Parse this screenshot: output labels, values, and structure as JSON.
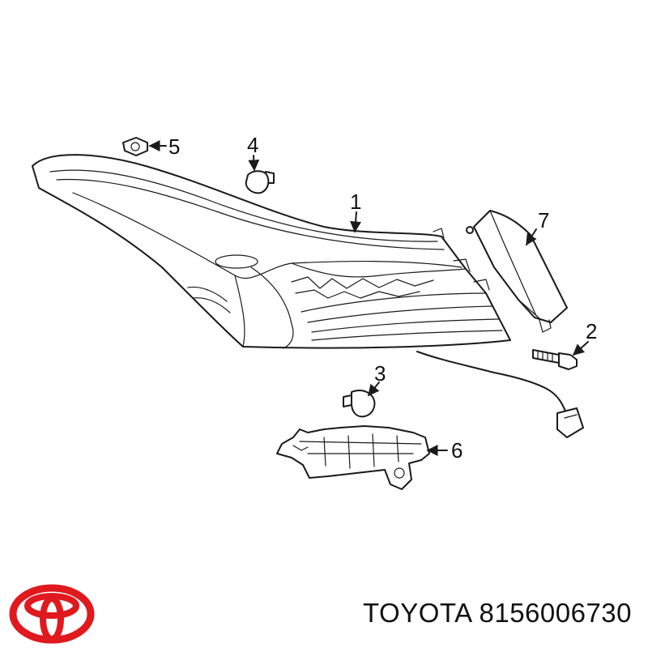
{
  "callouts": {
    "part1": "1",
    "part2": "2",
    "part3": "3",
    "part4": "4",
    "part5": "5",
    "part6": "6",
    "part7": "7"
  },
  "caption": {
    "brand": "TOYOTA",
    "part_number": "8156006730"
  },
  "logo": {
    "name": "toyota-logo",
    "color": "#e0191f"
  },
  "colors": {
    "line": "#1a1a1a",
    "background": "#ffffff"
  }
}
